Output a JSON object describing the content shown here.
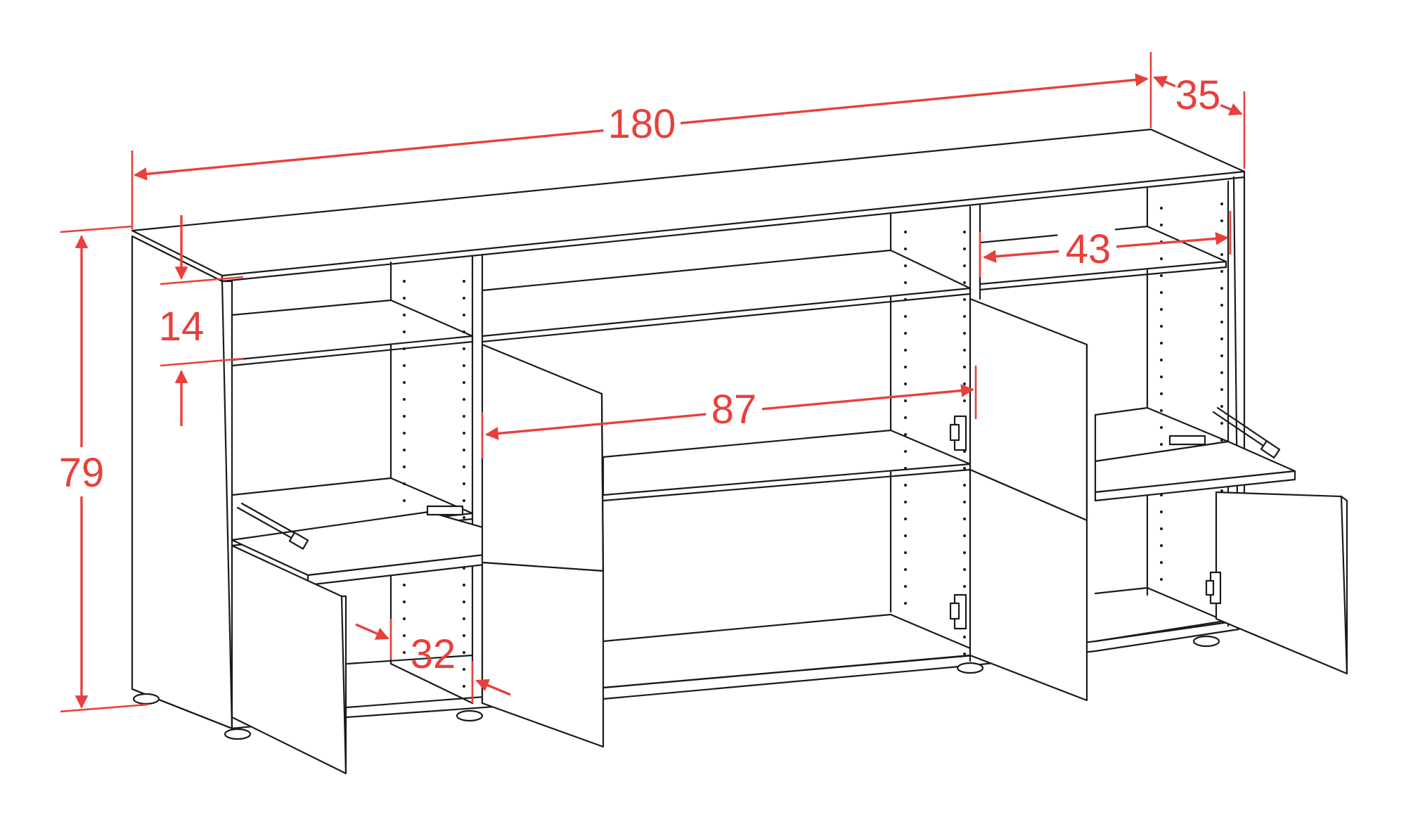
{
  "dimensions": {
    "width": "180",
    "depth": "35",
    "height": "79",
    "shelf_height": "14",
    "compartment_width": "87",
    "side_shelf_width": "43",
    "side_compartment_width": "32"
  },
  "colors": {
    "dimension": "#e8403c",
    "line": "#1a1a1a",
    "background": "#ffffff"
  }
}
